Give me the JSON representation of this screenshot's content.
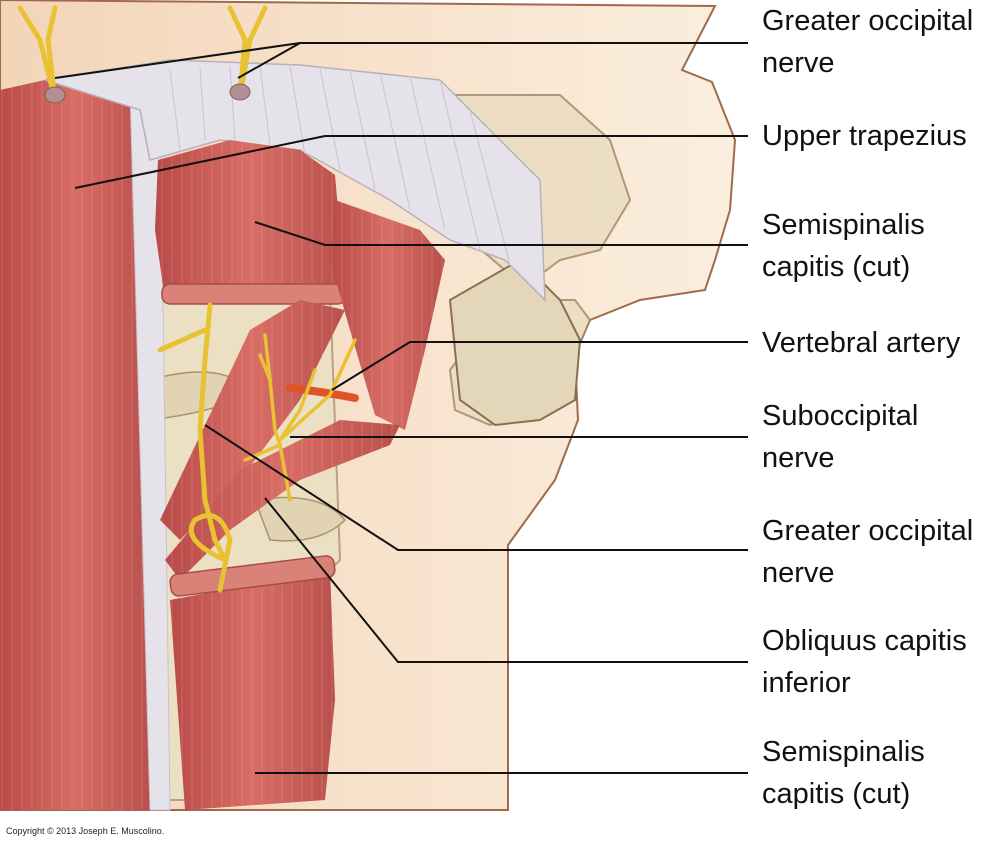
{
  "labels": [
    {
      "id": "greater-occipital-nerve-top",
      "lines": [
        "Greater occipital",
        "nerve"
      ]
    },
    {
      "id": "upper-trapezius",
      "lines": [
        "Upper trapezius"
      ]
    },
    {
      "id": "semispinalis-capitis-cut-top",
      "lines": [
        "Semispinalis",
        "capitis (cut)"
      ]
    },
    {
      "id": "vertebral-artery",
      "lines": [
        "Vertebral artery"
      ]
    },
    {
      "id": "suboccipital-nerve",
      "lines": [
        "Suboccipital",
        "nerve"
      ]
    },
    {
      "id": "greater-occipital-nerve-mid",
      "lines": [
        "Greater occipital",
        "nerve"
      ]
    },
    {
      "id": "obliquus-capitis-inferior",
      "lines": [
        "Obliquus capitis",
        "inferior"
      ]
    },
    {
      "id": "semispinalis-capitis-cut-bottom",
      "lines": [
        "Semispinalis",
        "capitis (cut)"
      ]
    }
  ],
  "copyright": "Copyright © 2013 Joseph E. Muscolino.",
  "colors": {
    "muscle": "#c9605b",
    "muscle_light": "#e08a82",
    "skin": "#f8e3cc",
    "skin_edge": "#a06a4a",
    "bone": "#e9ddc0",
    "tendon": "#e6e2ea",
    "nerve": "#e8c232",
    "artery": "#e0522a",
    "leader": "#111111"
  }
}
